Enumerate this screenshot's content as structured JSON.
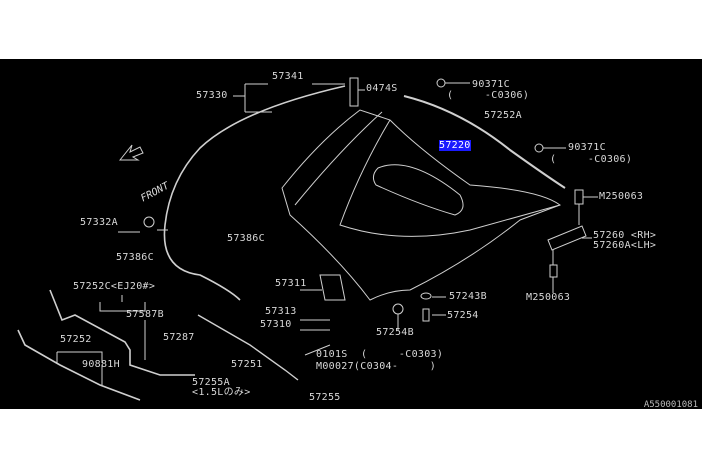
{
  "diagram_code": "A550001081",
  "front_label": "FRONT",
  "selected_part": "57220",
  "labels": {
    "p57341": "57341",
    "p57330": "57330",
    "p0474S": "0474S",
    "p90371C_a": "90371C",
    "p90371C_a_range": "(     -C0306)",
    "p57252A": "57252A",
    "p57220": "57220",
    "p90371C_b": "90371C",
    "p90371C_b_range": "(     -C0306)",
    "pM250063_a": "M250063",
    "p57332A": "57332A",
    "p57386C_a": "57386C",
    "p57260": "57260 <RH>",
    "p57260A": "57260A<LH>",
    "p57386C_b": "57386C",
    "p57311": "57311",
    "p57252C": "57252C<EJ20#>",
    "p57243B": "57243B",
    "pM250063_b": "M250063",
    "p57313": "57313",
    "p57587B": "57587B",
    "p57310": "57310",
    "p57287": "57287",
    "p57254": "57254",
    "p57254B": "57254B",
    "p57252": "57252",
    "p0101S": "0101S",
    "p0101S_range": "(     -C0303)",
    "p90881H": "90881H",
    "p57251": "57251",
    "pM00027": "M00027(C0304-     )",
    "p57255A": "57255A",
    "p57255A_note": "<1.5Lのみ>",
    "p57255": "57255"
  }
}
